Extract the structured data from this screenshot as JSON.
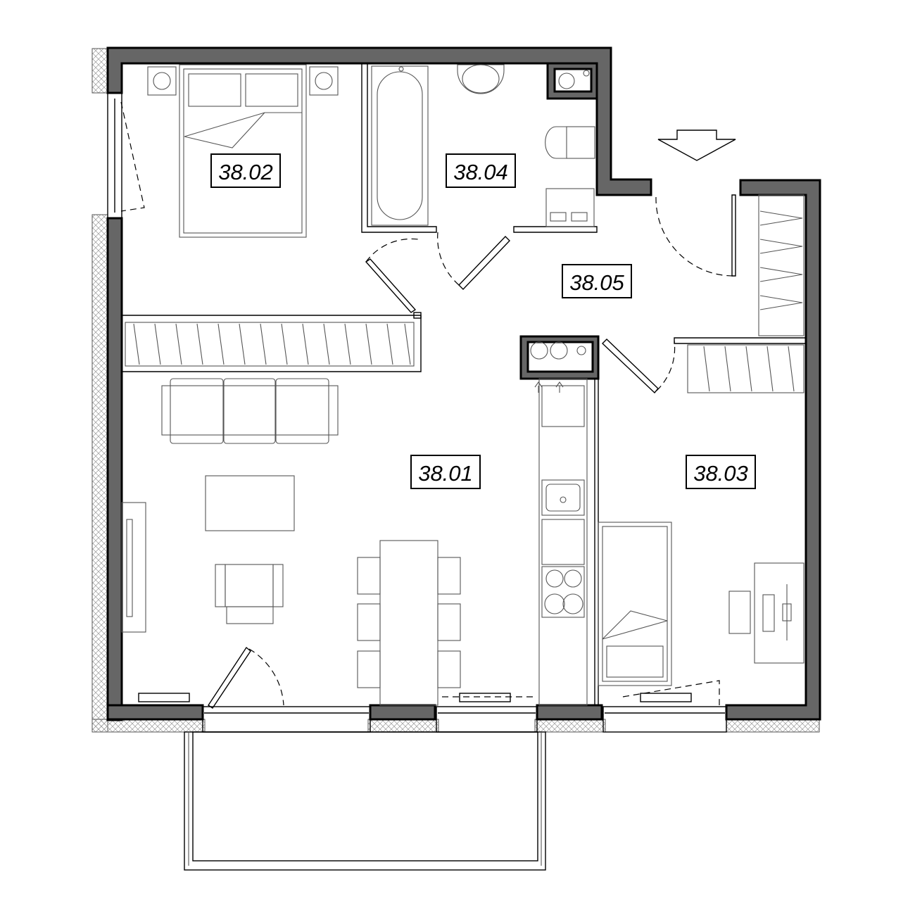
{
  "rooms": [
    {
      "id": "living",
      "label": "38.01"
    },
    {
      "id": "bedroom",
      "label": "38.02"
    },
    {
      "id": "bedroom-small",
      "label": "38.03"
    },
    {
      "id": "bathroom",
      "label": "38.04"
    },
    {
      "id": "hall",
      "label": "38.05"
    }
  ],
  "colors": {
    "wall": "#666666",
    "line": "#000000",
    "background": "#ffffff"
  }
}
